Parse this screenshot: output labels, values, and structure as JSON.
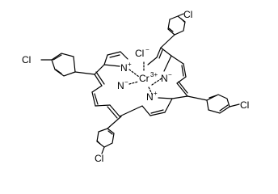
{
  "structure": {
    "molecule": "chromium(III) tetrakis(4-chlorophenyl)porphyrin chloride",
    "labels": {
      "cl_top": "Cl",
      "cl_left": "Cl",
      "cl_right": "Cl",
      "cl_bottom": "Cl",
      "cl_counterion": "Cl",
      "cl_counterion_charge": "−",
      "metal": "Cr",
      "metal_charge": "3+",
      "n_top": "N",
      "n_top_charge": "+",
      "n_left": "N",
      "n_left_charge": "−",
      "n_right": "N",
      "n_right_charge": "−",
      "n_bottom": "N",
      "n_bottom_charge": "+"
    },
    "colors": {
      "ink": "#000000",
      "background": "#ffffff"
    }
  }
}
